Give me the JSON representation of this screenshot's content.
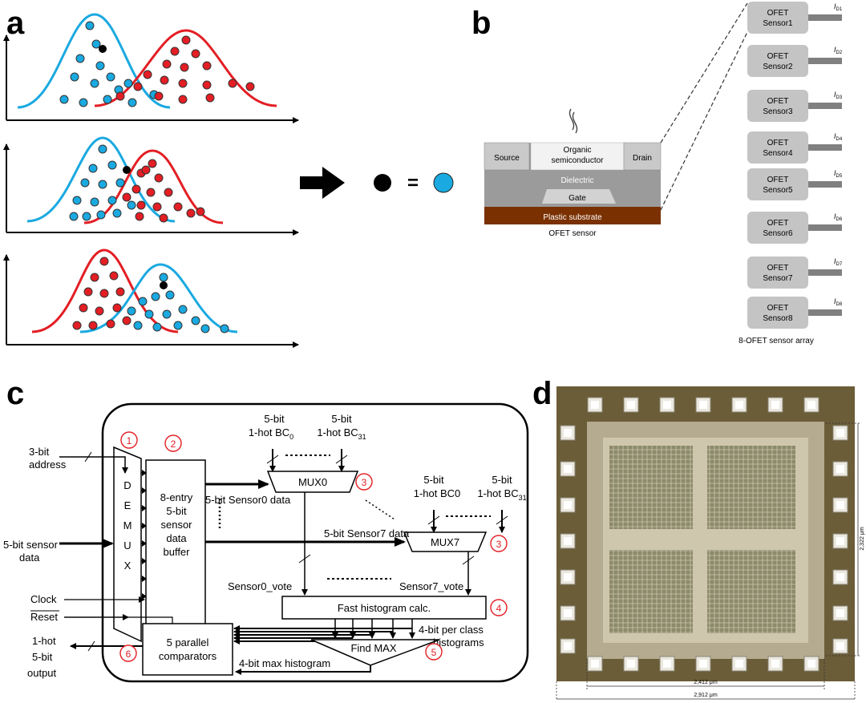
{
  "panels": {
    "a": {
      "letter": "a"
    },
    "b": {
      "letter": "b"
    },
    "c": {
      "letter": "c"
    },
    "d": {
      "letter": "d"
    }
  },
  "panel_a": {
    "equals": "=",
    "colors": {
      "blue": "#1aa9e0",
      "red": "#e31e24",
      "black": "#000000"
    }
  },
  "panel_b": {
    "ofet": {
      "source": "Source",
      "drain": "Drain",
      "organic_l1": "Organic",
      "organic_l2": "semiconductor",
      "dielectric": "Dielectric",
      "gate": "Gate",
      "substrate": "Plastic substrate",
      "caption": "OFET sensor"
    },
    "sensors": [
      {
        "l1": "OFET",
        "l2": "Sensor1",
        "cur": "I",
        "sub": "D1"
      },
      {
        "l1": "OFET",
        "l2": "Sensor2",
        "cur": "I",
        "sub": "D2"
      },
      {
        "l1": "OFET",
        "l2": "Sensor3",
        "cur": "I",
        "sub": "D3"
      },
      {
        "l1": "OFET",
        "l2": "Sensor4",
        "cur": "I",
        "sub": "D4"
      },
      {
        "l1": "OFET",
        "l2": "Sensor5",
        "cur": "I",
        "sub": "D5"
      },
      {
        "l1": "OFET",
        "l2": "Sensor6",
        "cur": "I",
        "sub": "D6"
      },
      {
        "l1": "OFET",
        "l2": "Sensor7",
        "cur": "I",
        "sub": "D7"
      },
      {
        "l1": "OFET",
        "l2": "Sensor8",
        "cur": "I",
        "sub": "D8"
      }
    ],
    "array_caption": "8-OFET sensor array"
  },
  "panel_c": {
    "addr_l1": "3-bit",
    "addr_l2": "address",
    "sdata_l1": "5-bit sensor",
    "sdata_l2": "data",
    "clock": "Clock",
    "reset": "Reset",
    "out_l1": "1-hot",
    "out_l2": "5-bit",
    "out_l3": "output",
    "demux": [
      "D",
      "E",
      "M",
      "U",
      "X"
    ],
    "buffer": [
      "8-entry",
      "5-bit",
      "sensor",
      "data",
      "buffer"
    ],
    "bc0_l1": "5-bit",
    "bc0_l2": "1-hot BC",
    "bc0_sub": "0",
    "bc31a_l1": "5-bit",
    "bc31a_l2": "1-hot BC",
    "bc31a_sub": "31",
    "mux0": "MUX0",
    "s0data": "5-bit Sensor0 data",
    "bc7_l1": "5-bit",
    "bc7_l2": "1-hot BC0",
    "bc31b_l1": "5-bit",
    "bc31b_l2": "1-hot BC",
    "bc31b_sub": "31",
    "s7data": "5-bit Sensor7 data",
    "mux7": "MUX7",
    "s0vote": "Sensor0_vote",
    "s7vote": "Sensor7_vote",
    "hist": "Fast histogram calc.",
    "perclass_l1": "4-bit per class",
    "perclass_l2": "histograms",
    "findmax": "Find MAX",
    "comp_l1": "5 parallel",
    "comp_l2": "comparators",
    "maxhist": "4-bit max histogram",
    "steps": [
      "1",
      "2",
      "3",
      "3",
      "4",
      "5",
      "6"
    ]
  },
  "panel_d": {
    "dim_right": "2,322 μm",
    "dim_inner": "2,412 μm",
    "dim_outer": "2,912 μm"
  }
}
